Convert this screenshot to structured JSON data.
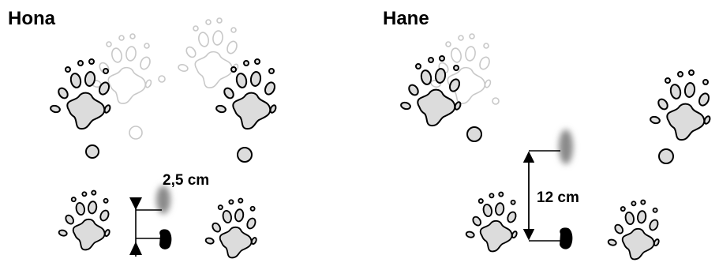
{
  "panels": [
    {
      "title": "Hona",
      "measurement": "2,5 cm"
    },
    {
      "title": "Hane",
      "measurement": "12 cm"
    }
  ],
  "colors": {
    "paw_fill": "#dcdcdc",
    "paw_stroke": "#000000",
    "faded_stroke": "#c8c8c8",
    "urine_mark": "#8a8a8a",
    "scat": "#000000"
  }
}
